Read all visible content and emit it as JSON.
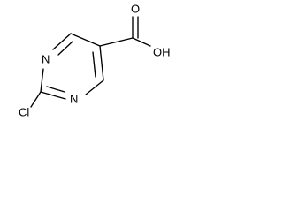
{
  "molecule": {
    "atoms": {
      "n1": "N",
      "n3": "N",
      "cl": "Cl",
      "oxygen_double": "O",
      "hydroxyl": "OH"
    }
  }
}
